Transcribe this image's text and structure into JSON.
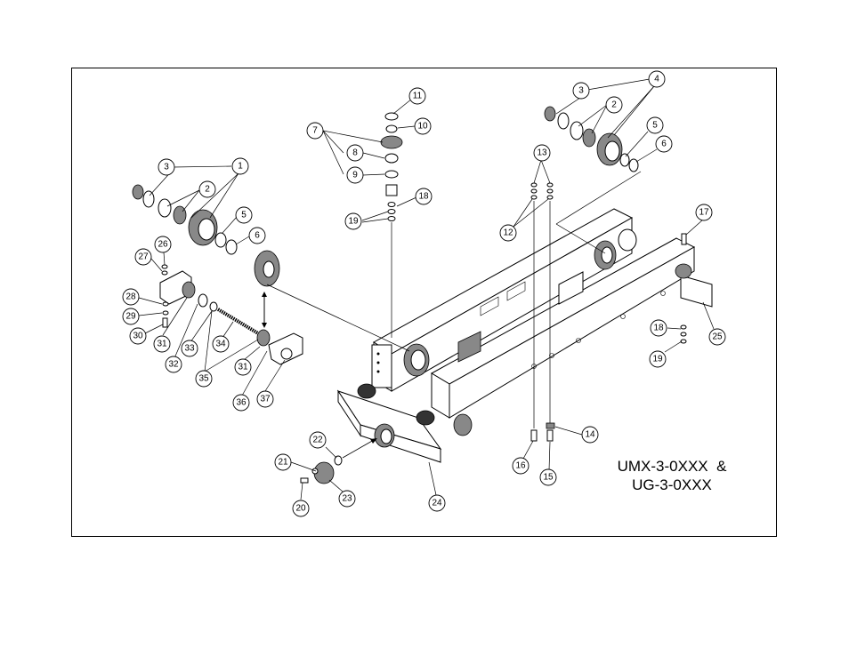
{
  "title": {
    "line1": "UMX-3-0XXX  &",
    "line2": "UG-3-0XXX"
  },
  "callouts": [
    "1",
    "2",
    "3",
    "4",
    "5",
    "6",
    "7",
    "8",
    "9",
    "10",
    "11",
    "12",
    "13",
    "14",
    "15",
    "16",
    "17",
    "18",
    "19",
    "20",
    "21",
    "22",
    "23",
    "24",
    "25",
    "26",
    "27",
    "28",
    "29",
    "30",
    "31",
    "32",
    "33",
    "34",
    "35",
    "36",
    "37"
  ],
  "colors": {
    "line": "#000000",
    "background": "#ffffff",
    "shade": "#888888"
  }
}
